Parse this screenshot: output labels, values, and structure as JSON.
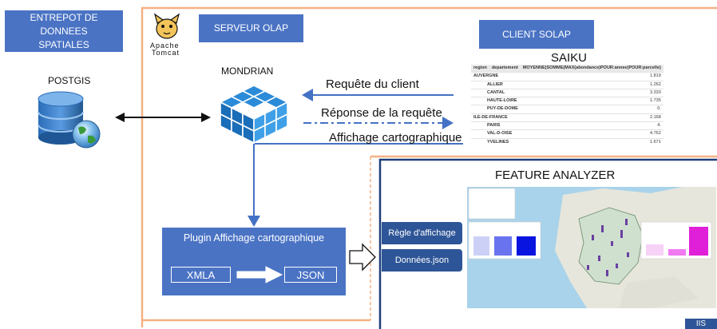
{
  "entrepot": {
    "title": "ENTREPOT DE DONNEES SPATIALES"
  },
  "serveur": {
    "title": "SERVEUR OLAP"
  },
  "client": {
    "title": "CLIENT SOLAP"
  },
  "tomcat": {
    "line1": "Apache",
    "line2": "Tomcat"
  },
  "postgis": {
    "label": "POSTGIS"
  },
  "mondrian": {
    "label": "MONDRIAN"
  },
  "flows": {
    "requete": "Requête du client",
    "reponse": "Réponse de la requête",
    "affichage": "Affichage cartographique"
  },
  "saiku": {
    "title": "SAIKU",
    "headers": [
      "region",
      "departement",
      "MOYENNE(SOMME(MAX(abondance)POUR:annee)POUR:parcelle)"
    ],
    "rows": [
      {
        "region": "AUVERGNE",
        "dept": "",
        "value": "1.819"
      },
      {
        "region": "",
        "dept": "ALLIER",
        "value": "1.262"
      },
      {
        "region": "",
        "dept": "CANTAL",
        "value": "3.333"
      },
      {
        "region": "",
        "dept": "HAUTE-LOIRE",
        "value": "1.735"
      },
      {
        "region": "",
        "dept": "PUY-DE-DOME",
        "value": "0."
      },
      {
        "region": "ILE-DE-FRANCE",
        "dept": "",
        "value": "2.168"
      },
      {
        "region": "",
        "dept": "PARIS",
        "value": "4."
      },
      {
        "region": "",
        "dept": "VAL-D-OISE",
        "value": "4.762"
      },
      {
        "region": "",
        "dept": "YVELINES",
        "value": "1.671"
      }
    ]
  },
  "plugin": {
    "title": "Plugin Affichage cartographique",
    "xmla": "XMLA",
    "json": "JSON"
  },
  "feature": {
    "title": "FEATURE ANALYZER",
    "tag1": "Règle d'affichage",
    "tag2": "Données.json"
  },
  "corner": {
    "text": "IIS"
  },
  "colors": {
    "box_blue": "#4a73c4",
    "dark_blue": "#2e5597",
    "orange": "#f4b183",
    "arrow_blue": "#4472c4",
    "magenta": "#e020d8"
  },
  "icons": [
    "tomcat-logo-icon",
    "database-globe-icon",
    "mondrian-cube-icon",
    "map-icon"
  ]
}
